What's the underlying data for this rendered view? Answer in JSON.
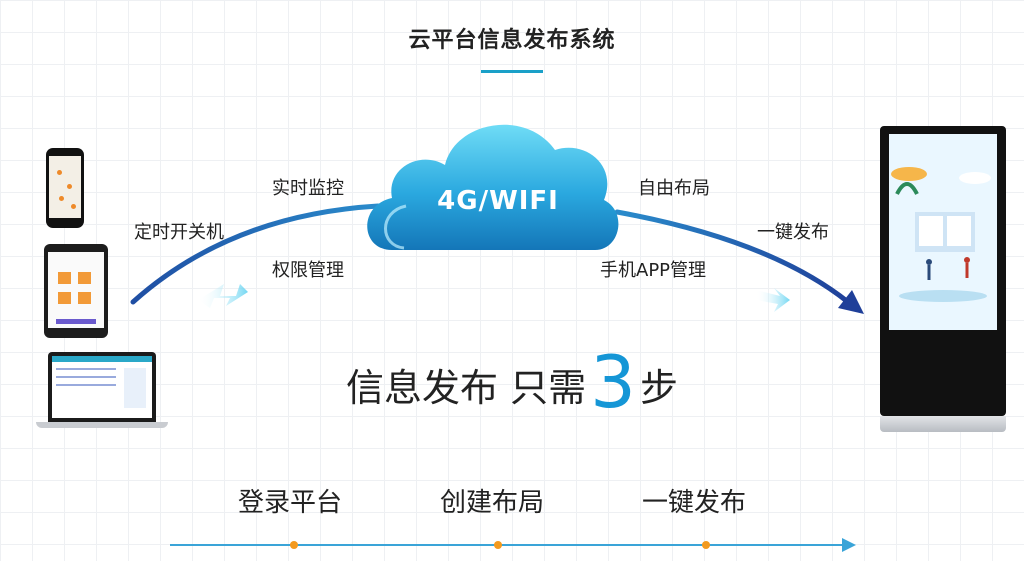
{
  "title": "云平台信息发布系统",
  "cloud": {
    "label": "4G/WIFI"
  },
  "left_features": {
    "top": "实时监控",
    "bottom": "权限管理",
    "side": "定时开关机"
  },
  "right_features": {
    "top": "自由布局",
    "bottom": "手机APP管理",
    "side": "一键发布"
  },
  "headline": {
    "text": "信息发布 只需",
    "number": "3",
    "suffix": "步"
  },
  "steps": [
    "登录平台",
    "创建布局",
    "一键发布"
  ],
  "colors": {
    "accent_blue": "#1596d6",
    "arc_dark": "#1f4ea3",
    "step_dot": "#f39a1f",
    "cloud_light": "#5ad0f0",
    "cloud_dark": "#1476b8"
  }
}
